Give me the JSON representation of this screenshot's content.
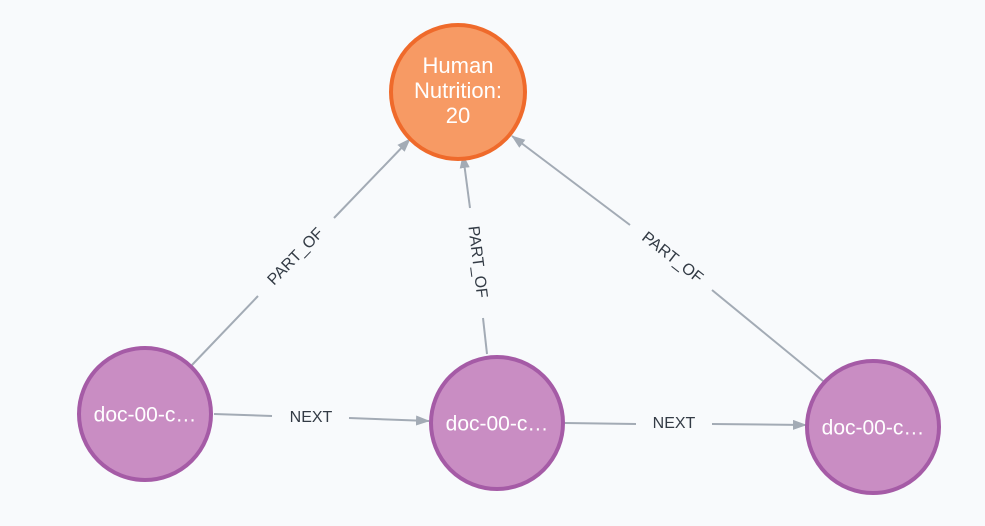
{
  "colors": {
    "background": "#f8fafc",
    "topic_fill": "#f79a64",
    "topic_stroke": "#ef6a2b",
    "doc_fill": "#c98dc3",
    "doc_stroke": "#a55ba6",
    "edge": "#a3abb5",
    "edge_label": "#333b45"
  },
  "nodes": {
    "topic": {
      "lines": [
        "Human",
        "Nutrition:",
        "20"
      ]
    },
    "doc_1": {
      "label": "doc-00-c…"
    },
    "doc_2": {
      "label": "doc-00-c…"
    },
    "doc_3": {
      "label": "doc-00-c…"
    }
  },
  "edges": {
    "part_of_1": {
      "label": "PART_OF"
    },
    "part_of_2": {
      "label": "PART_OF"
    },
    "part_of_3": {
      "label": "PART_OF"
    },
    "next_1": {
      "label": "NEXT"
    },
    "next_2": {
      "label": "NEXT"
    }
  }
}
